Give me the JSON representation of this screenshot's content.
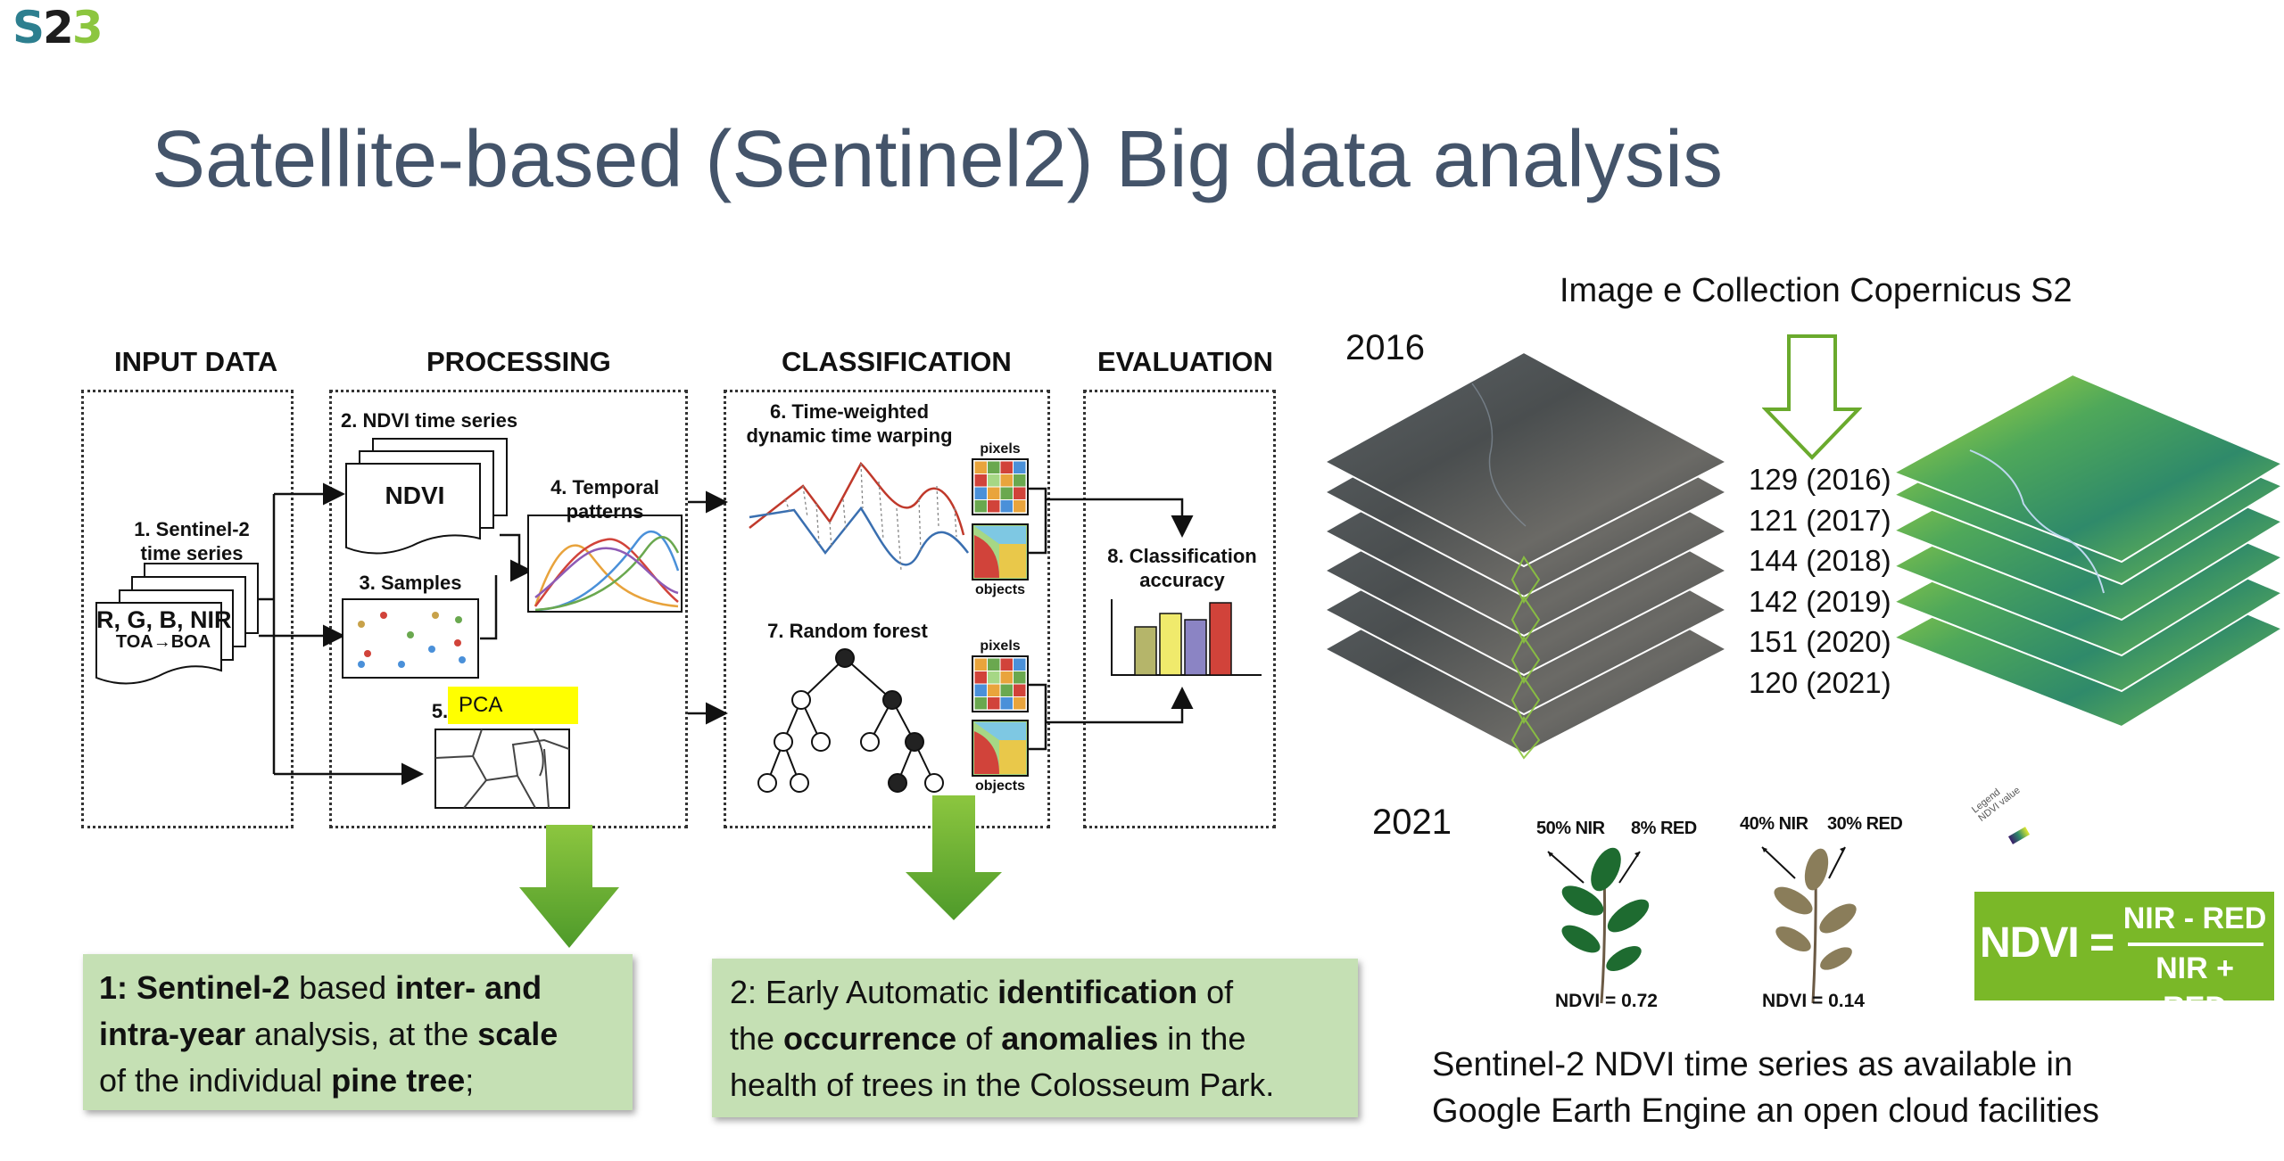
{
  "logo": {
    "s": "S",
    "two": "2",
    "three": "3"
  },
  "title": "Satellite-based (Sentinel2) Big data analysis",
  "workflow": {
    "headers": {
      "input": "INPUT DATA",
      "processing": "PROCESSING",
      "classification": "CLASSIFICATION",
      "evaluation": "EVALUATION"
    },
    "input": {
      "label_line1": "1. Sentinel-2",
      "label_line2": "time series",
      "bands": "R, G, B, NIR",
      "correction": "TOA→BOA"
    },
    "ndvi": {
      "label": "2. NDVI time series",
      "card": "NDVI"
    },
    "samples": {
      "label": "3. Samples"
    },
    "temporal": {
      "label_line1": "4. Temporal",
      "label_line2": "patterns"
    },
    "pca": {
      "number": "5.",
      "label": "PCA"
    },
    "twdtw": {
      "label_line1": "6. Time-weighted",
      "label_line2": "dynamic time warping"
    },
    "rf": {
      "label": "7. Random forest"
    },
    "pixels_label": "pixels",
    "objects_label": "objects",
    "accuracy": {
      "label_line1": "8. Classification",
      "label_line2": "accuracy"
    },
    "colors": {
      "highlight": "#ffff00",
      "arrow": "#6aaa2d"
    }
  },
  "results": {
    "r1": {
      "p1": "1: ",
      "b1": "Sentinel-2",
      "p2": "  based ",
      "b2": "inter- and",
      "b3": "intra-year",
      "p3": " analysis, at the ",
      "b4": "scale",
      "p4": "of the individual ",
      "b5": "pine tree",
      "p5": ";"
    },
    "r2": {
      "p1": "2: Early Automatic ",
      "b1": "identification",
      "p2": " of",
      "p3": "the ",
      "b2": "occurrence",
      "p4": " of ",
      "b3": "anomalies",
      "p5": " in the",
      "p6": "health of trees in the Colosseum Park."
    }
  },
  "right": {
    "collection_title": "Image e Collection Copernicus S2",
    "year_start": "2016",
    "year_end": "2021",
    "counts": [
      "129 (2016)",
      "121 (2017)",
      "144 (2018)",
      "142 (2019)",
      "151 (2020)",
      "120 (2021)"
    ],
    "healthy": {
      "nir": "50% NIR",
      "red": "8% RED",
      "value": "NDVI = 0.72"
    },
    "stressed": {
      "nir": "40% NIR",
      "red": "30% RED",
      "value": "NDVI = 0.14"
    },
    "legend_line1": "Legend",
    "legend_line2": "NDVI value",
    "formula": {
      "lhs": "NDVI =",
      "numerator": "NIR - RED",
      "denominator": "NIR + RED"
    },
    "caption_line1": "Sentinel-2 NDVI  time series as available in",
    "caption_line2": "Google Earth Engine an open cloud facilities"
  }
}
